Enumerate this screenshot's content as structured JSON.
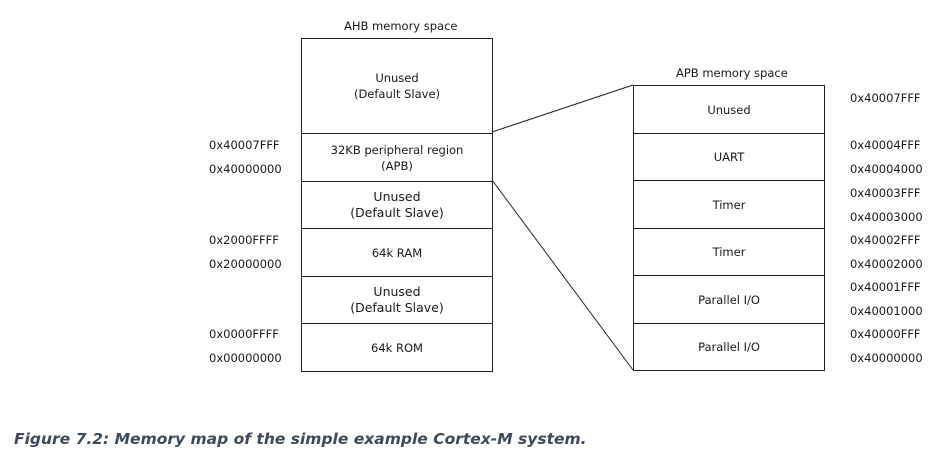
{
  "ahb": {
    "title": "AHB memory space",
    "regions": [
      {
        "label": "Unused",
        "sub": "(Default Slave)"
      },
      {
        "label": "32KB peripheral region",
        "sub": "(APB)"
      },
      {
        "label": "Unused",
        "sub": "(Default Slave)"
      },
      {
        "label": "64k RAM",
        "sub": ""
      },
      {
        "label": "Unused",
        "sub": "(Default Slave)"
      },
      {
        "label": "64k ROM",
        "sub": ""
      }
    ],
    "addresses": [
      "0x40007FFF",
      "0x40000000",
      "0x2000FFFF",
      "0x20000000",
      "0x0000FFFF",
      "0x00000000"
    ]
  },
  "apb": {
    "title": "APB memory space",
    "regions": [
      "Unused",
      "UART",
      "Timer",
      "Timer",
      "Parallel I/O",
      "Parallel I/O"
    ],
    "addresses": [
      "0x40007FFF",
      "0x40004FFF",
      "0x40004000",
      "0x40003FFF",
      "0x40003000",
      "0x40002FFF",
      "0x40002000",
      "0x40001FFF",
      "0x40001000",
      "0x40000FFF",
      "0x40000000"
    ]
  },
  "caption": "Figure 7.2: Memory map of the simple example Cortex-M system."
}
